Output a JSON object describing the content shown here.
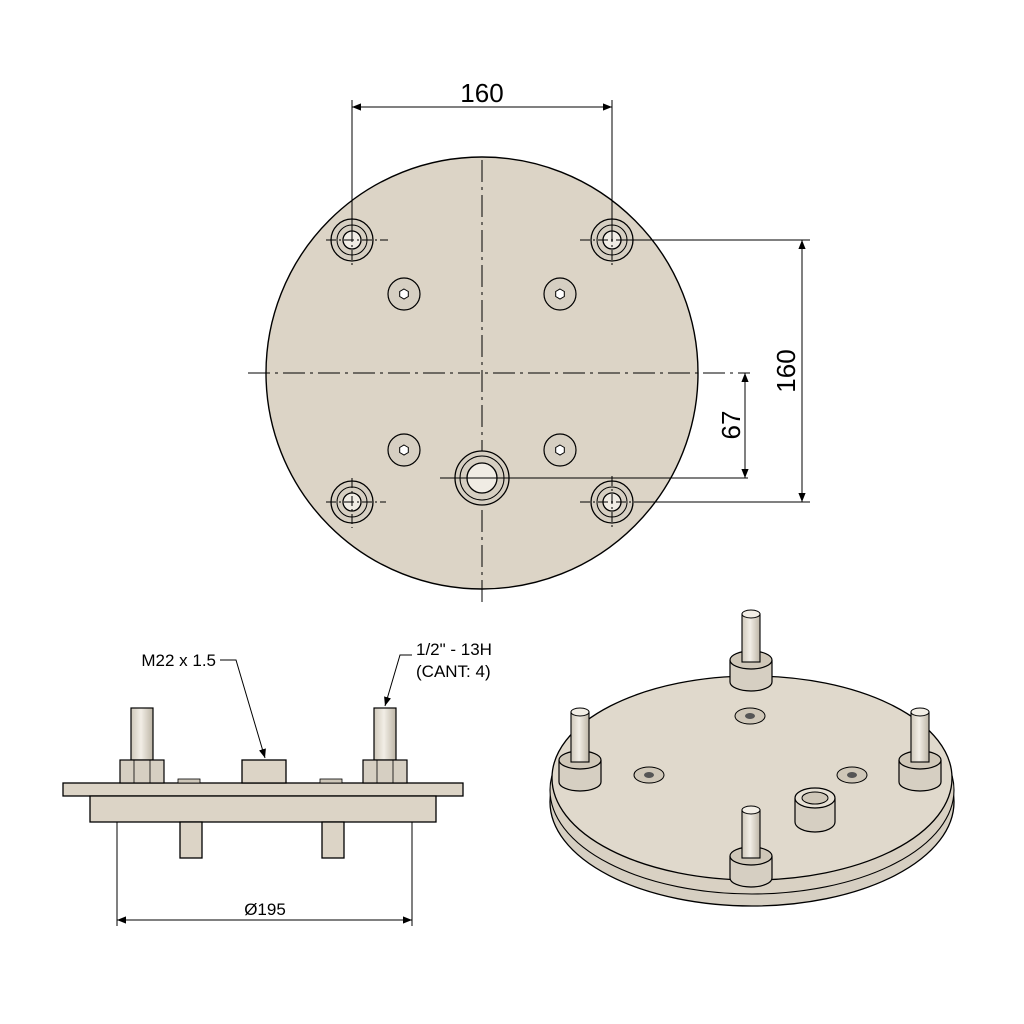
{
  "colors": {
    "plate_fill": "#dcd4c6",
    "bolt_fill": "#d6cfc2",
    "line": "#000000",
    "background": "#ffffff"
  },
  "top_view": {
    "dim_width": "160",
    "dim_height": "160",
    "dim_offset": "67"
  },
  "side_view": {
    "callout_center": "M22 x 1.5",
    "callout_bolts_line1": "1/2\" - 13H",
    "callout_bolts_line2": "(CANT: 4)",
    "dim_diameter": "Ø195"
  }
}
